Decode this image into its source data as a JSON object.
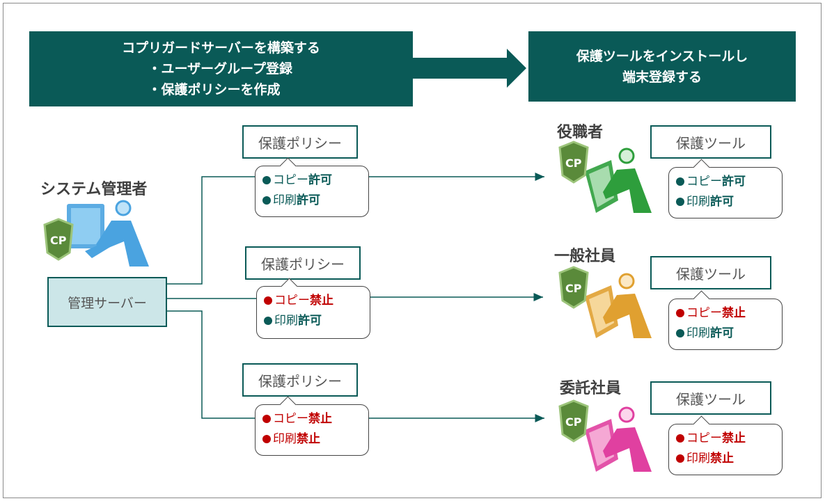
{
  "banners": {
    "left": [
      "コプリガードサーバーを構築する",
      "・ユーザーグループ登録",
      "・保護ポリシーを作成"
    ],
    "right": [
      "保護ツールをインストールし",
      "端末登録する"
    ]
  },
  "admin": {
    "label": "システム管理者",
    "server": "管理サーバー"
  },
  "policy_label": "保護ポリシー",
  "tool_label": "保護ツール",
  "copy_word": "コピー",
  "print_word": "印刷",
  "allow_word": "許可",
  "deny_word": "禁止",
  "groups": [
    {
      "name": "役職者",
      "copy": "許可",
      "print": "許可",
      "person_color": "#2e9e3c"
    },
    {
      "name": "一般社員",
      "copy": "禁止",
      "print": "許可",
      "person_color": "#e0a030"
    },
    {
      "name": "委託社員",
      "copy": "禁止",
      "print": "禁止",
      "person_color": "#e040a0"
    }
  ],
  "colors": {
    "primary": "#0a5a57",
    "deny": "#c00000",
    "server_fill": "#cce6e8",
    "admin_person": "#4aa3e0"
  }
}
